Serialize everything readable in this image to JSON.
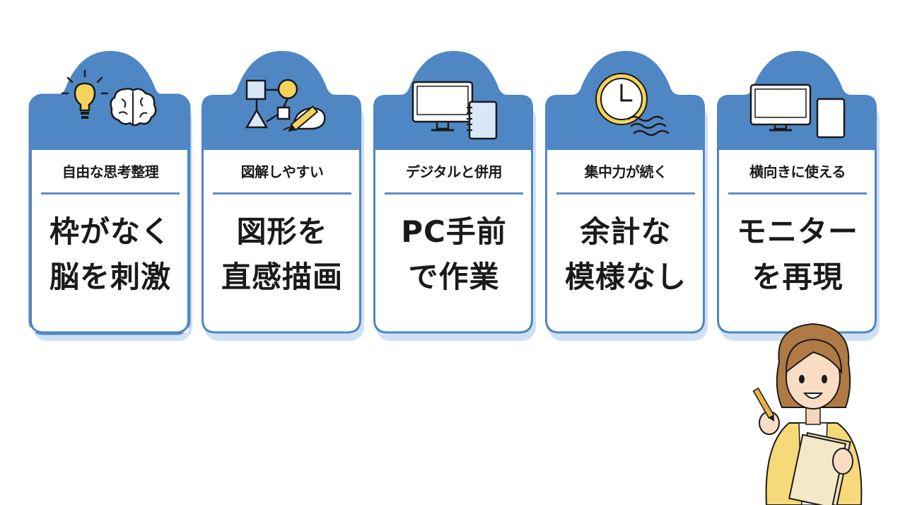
{
  "colors": {
    "card_blue": "#4f87c4",
    "card_border": "#4f87c4",
    "card_shadow": "#cfe1f3",
    "text": "#1a1a1a",
    "accent_yellow": "#f3d35b"
  },
  "cards": [
    {
      "icon": "lightbulb-and-brain-icon",
      "heading": "自由な思考整理",
      "body_line1": "枠がなく",
      "body_line2": "脳を刺激"
    },
    {
      "icon": "shapes-and-pencil-icon",
      "heading": "図解しやすい",
      "body_line1": "図形を",
      "body_line2": "直感描画"
    },
    {
      "icon": "monitor-and-notebook-icon",
      "heading": "デジタルと併用",
      "body_line1": "PC手前",
      "body_line2": "で作業"
    },
    {
      "icon": "clock-and-waves-icon",
      "heading": "集中力が続く",
      "body_line1": "余計な",
      "body_line2": "模様なし"
    },
    {
      "icon": "monitor-and-landscape-notebook-icon",
      "heading": "横向きに使える",
      "body_line1": "モニター",
      "body_line2": "を再現"
    }
  ],
  "person": {
    "icon": "woman-holding-notebook-and-pencil-icon"
  }
}
